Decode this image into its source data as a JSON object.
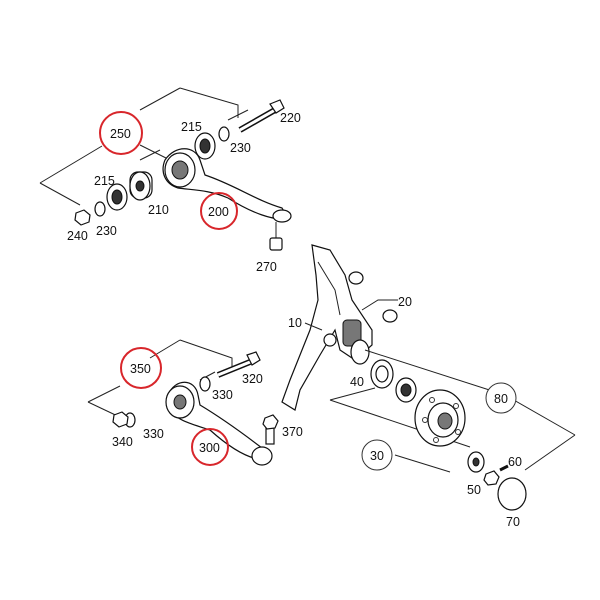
{
  "labels": {
    "c250": "250",
    "c200": "200",
    "c350": "350",
    "c300": "300",
    "c80": "80",
    "c30": "30",
    "t215a": "215",
    "t230a": "230",
    "t220": "220",
    "t215b": "215",
    "t210": "210",
    "t240": "240",
    "t230b": "230",
    "t270": "270",
    "t10": "10",
    "t20": "20",
    "t40": "40",
    "t320": "320",
    "t330a": "330",
    "t340": "340",
    "t330b": "330",
    "t370": "370",
    "t60": "60",
    "t50": "50",
    "t70": "70"
  },
  "colors": {
    "highlight": "#d8262b",
    "ink": "#111111"
  }
}
